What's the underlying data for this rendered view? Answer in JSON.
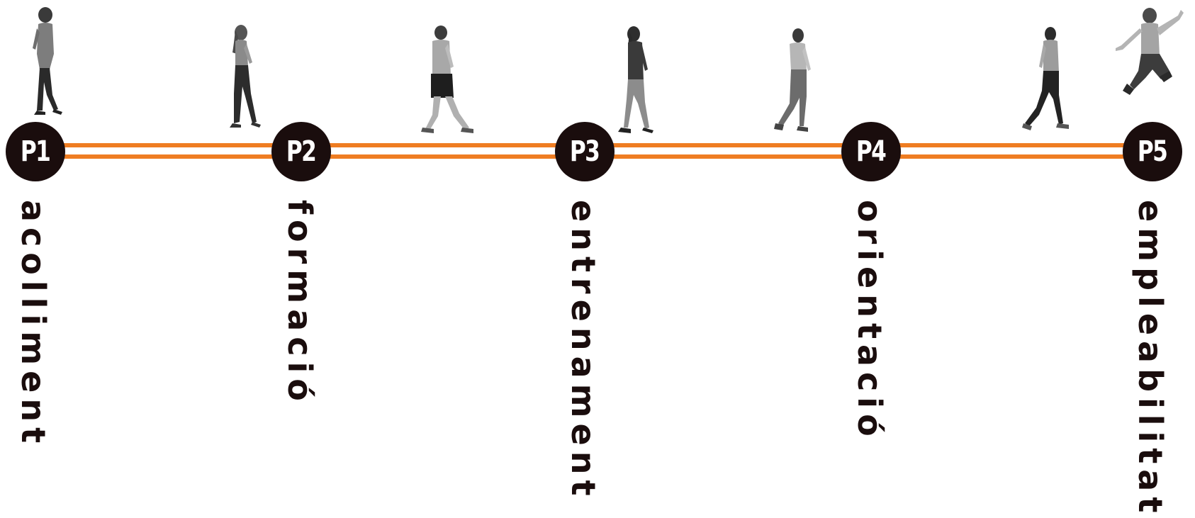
{
  "steps": [
    {
      "id": "P1",
      "label": "acolliment"
    },
    {
      "id": "P2",
      "label": "formació"
    },
    {
      "id": "P3",
      "label": "entrenament"
    },
    {
      "id": "P4",
      "label": "orientació"
    },
    {
      "id": "P5",
      "label": "empleabilitat"
    }
  ],
  "colors": {
    "rail": "#ef7d22",
    "node": "#1a0d0d",
    "node_text": "#ffffff",
    "label_text": "#1a0d0d"
  },
  "figures": [
    "walking-man-icon",
    "walking-woman-icon",
    "walking-man-shorts-icon",
    "walking-woman-icon",
    "walking-man-icon",
    "walking-woman-icon",
    "jumping-man-icon"
  ]
}
